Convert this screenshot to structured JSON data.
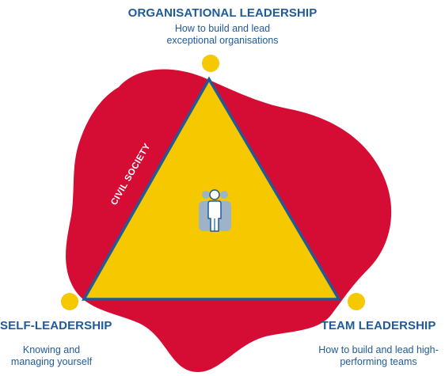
{
  "nodes": {
    "top": {
      "title": "ORGANISATIONAL LEADERSHIP",
      "desc_lines": [
        "How to build and lead",
        "exceptional organisations"
      ]
    },
    "left": {
      "title": "SELF-LEADERSHIP",
      "desc_lines": [
        "Knowing and",
        "managing yourself"
      ]
    },
    "right": {
      "title": "TEAM LEADERSHIP",
      "desc_lines": [
        "How to build and lead high-",
        "performing teams"
      ]
    }
  },
  "context_label": "CIVIL SOCIETY",
  "center_icon": "person-in-group-icon",
  "colors": {
    "blob": "#d50d35",
    "triangle_fill": "#f5c800",
    "triangle_stroke": "#1f5a99",
    "dot": "#f5c800",
    "text": "#1f5a99",
    "context_text": "#ffffff",
    "icon_back": "#9fb3c8",
    "icon_front": "#ffffff"
  }
}
